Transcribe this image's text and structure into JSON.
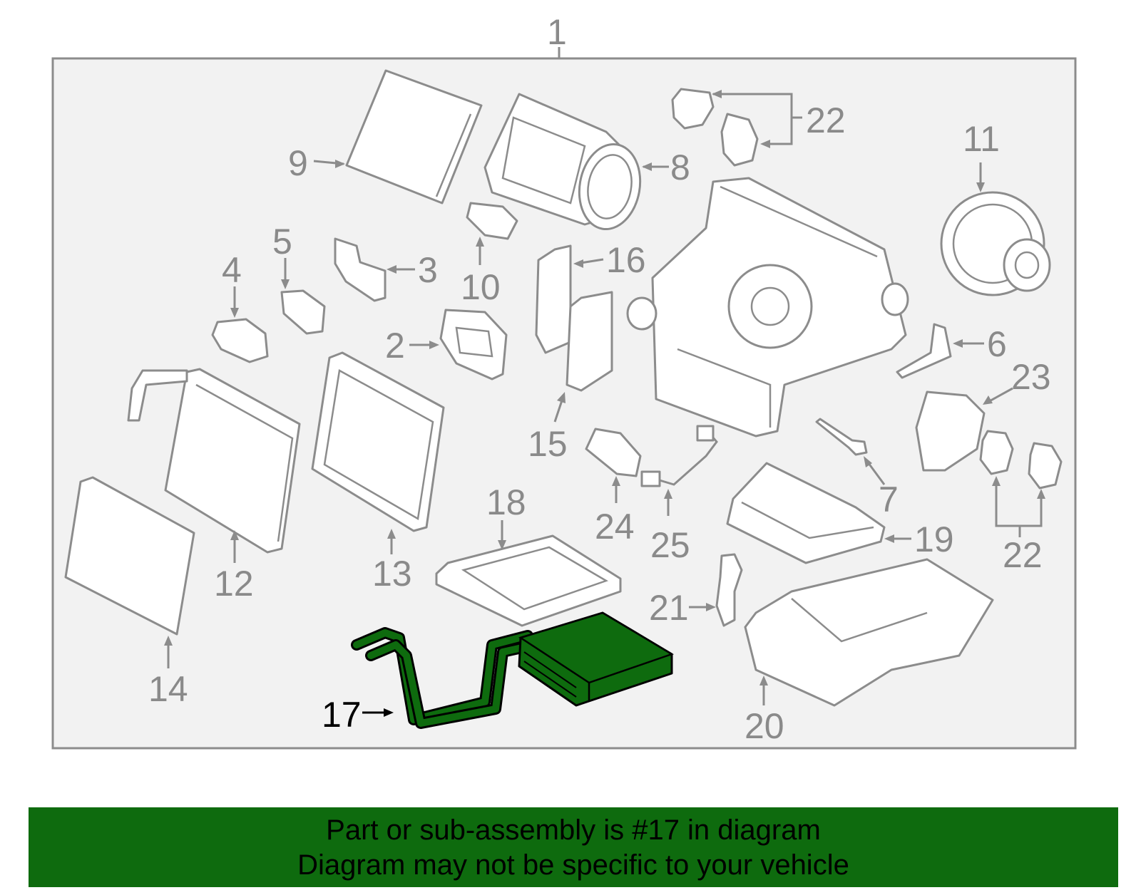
{
  "diagram": {
    "assembly_label": "1",
    "callouts": [
      {
        "id": "2",
        "label": "2"
      },
      {
        "id": "3",
        "label": "3"
      },
      {
        "id": "4",
        "label": "4"
      },
      {
        "id": "5",
        "label": "5"
      },
      {
        "id": "6",
        "label": "6"
      },
      {
        "id": "7",
        "label": "7"
      },
      {
        "id": "8",
        "label": "8"
      },
      {
        "id": "9",
        "label": "9"
      },
      {
        "id": "10",
        "label": "10"
      },
      {
        "id": "11",
        "label": "11"
      },
      {
        "id": "12",
        "label": "12"
      },
      {
        "id": "13",
        "label": "13"
      },
      {
        "id": "14",
        "label": "14"
      },
      {
        "id": "15",
        "label": "15"
      },
      {
        "id": "16",
        "label": "16"
      },
      {
        "id": "17",
        "label": "17"
      },
      {
        "id": "18",
        "label": "18"
      },
      {
        "id": "19",
        "label": "19"
      },
      {
        "id": "20",
        "label": "20"
      },
      {
        "id": "21",
        "label": "21"
      },
      {
        "id": "22a",
        "label": "22"
      },
      {
        "id": "22b",
        "label": "22"
      },
      {
        "id": "23",
        "label": "23"
      },
      {
        "id": "24",
        "label": "24"
      },
      {
        "id": "25",
        "label": "25"
      }
    ],
    "highlighted_part": "17",
    "colors": {
      "line": "#8c8c8c",
      "highlight_fill": "#0e6b0e",
      "frame_fill": "#f2f2f2",
      "banner": "#0e6b0e"
    }
  },
  "banner": {
    "line1": "Part or sub-assembly is #17 in diagram",
    "line2": "Diagram may not be specific to your vehicle"
  }
}
